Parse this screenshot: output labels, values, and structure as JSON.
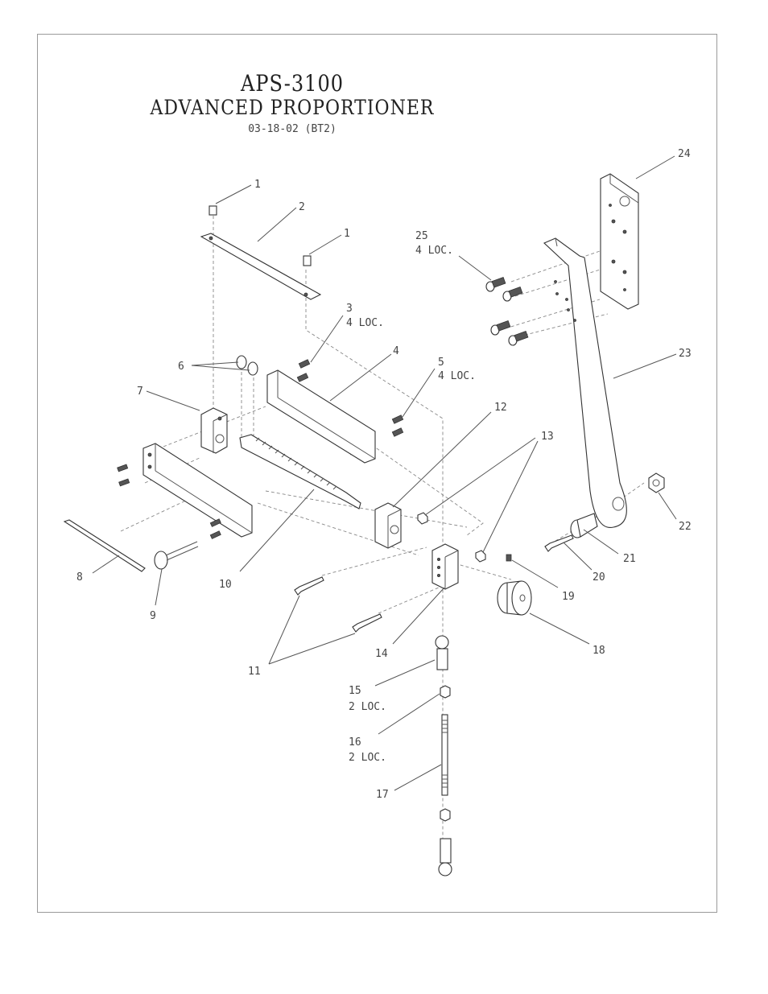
{
  "title": {
    "model": "APS-3100",
    "name": "ADVANCED PROPORTIONER",
    "revision": "03-18-02  (BT2)"
  },
  "callouts": [
    {
      "id": "c1a",
      "num": "1",
      "loc": ""
    },
    {
      "id": "c1b",
      "num": "1",
      "loc": ""
    },
    {
      "id": "c2",
      "num": "2",
      "loc": ""
    },
    {
      "id": "c3",
      "num": "3",
      "loc": "4 LOC."
    },
    {
      "id": "c4",
      "num": "4",
      "loc": ""
    },
    {
      "id": "c5",
      "num": "5",
      "loc": "4 LOC."
    },
    {
      "id": "c6",
      "num": "6",
      "loc": ""
    },
    {
      "id": "c7",
      "num": "7",
      "loc": ""
    },
    {
      "id": "c8",
      "num": "8",
      "loc": ""
    },
    {
      "id": "c9",
      "num": "9",
      "loc": ""
    },
    {
      "id": "c10",
      "num": "10",
      "loc": ""
    },
    {
      "id": "c11",
      "num": "11",
      "loc": ""
    },
    {
      "id": "c12",
      "num": "12",
      "loc": ""
    },
    {
      "id": "c13",
      "num": "13",
      "loc": ""
    },
    {
      "id": "c14",
      "num": "14",
      "loc": ""
    },
    {
      "id": "c15",
      "num": "15",
      "loc": "2 LOC."
    },
    {
      "id": "c16",
      "num": "16",
      "loc": "2 LOC."
    },
    {
      "id": "c17",
      "num": "17",
      "loc": ""
    },
    {
      "id": "c18",
      "num": "18",
      "loc": ""
    },
    {
      "id": "c19",
      "num": "19",
      "loc": ""
    },
    {
      "id": "c20",
      "num": "20",
      "loc": ""
    },
    {
      "id": "c21",
      "num": "21",
      "loc": ""
    },
    {
      "id": "c22",
      "num": "22",
      "loc": ""
    },
    {
      "id": "c23",
      "num": "23",
      "loc": ""
    },
    {
      "id": "c24",
      "num": "24",
      "loc": ""
    },
    {
      "id": "c25",
      "num": "25",
      "loc": "4 LOC."
    }
  ]
}
